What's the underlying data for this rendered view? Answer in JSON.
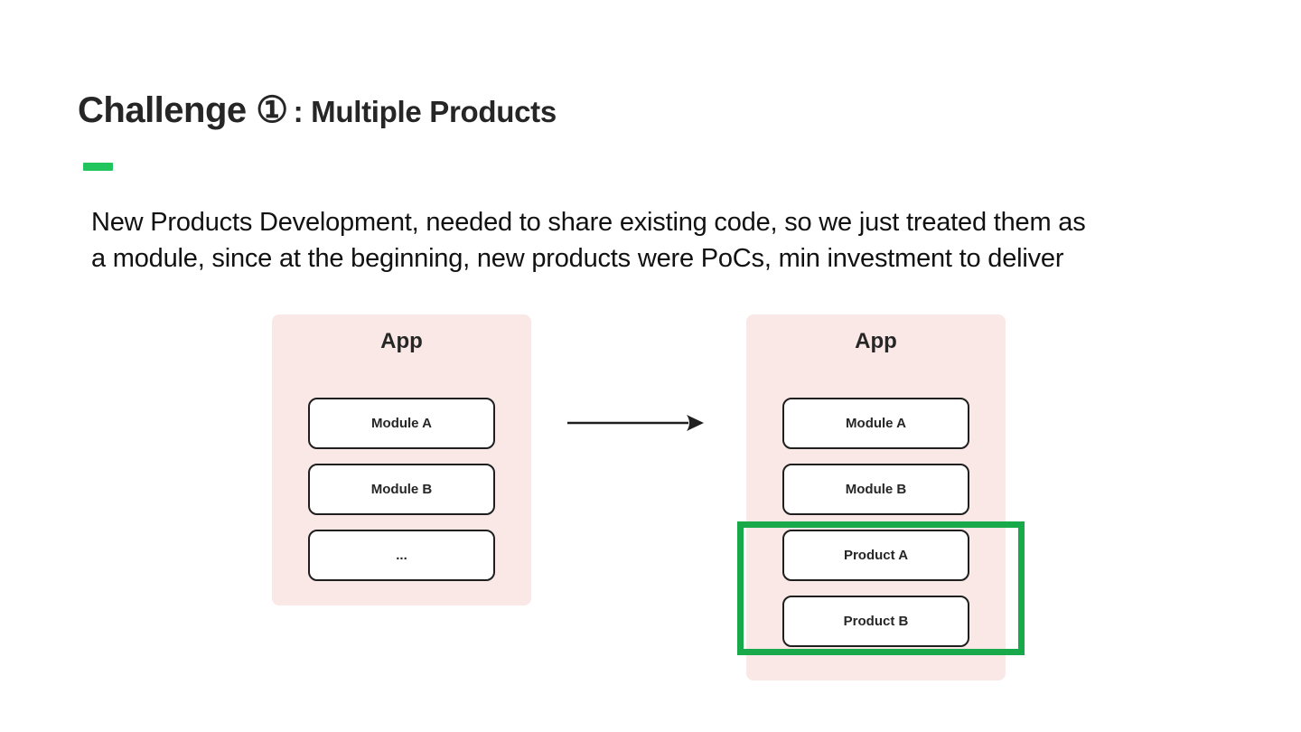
{
  "title": {
    "main": "Challenge ①",
    "sub": ": Multiple Products"
  },
  "body": {
    "lines": [
      "New Products Development, needed to share existing code, so we just treated them as",
      "a module, since at the beginning, new products were PoCs, min investment to deliver"
    ]
  },
  "diagram": {
    "before": {
      "title": "App",
      "modules": [
        "Module A",
        "Module B",
        "..."
      ]
    },
    "after": {
      "title": "App",
      "modules": [
        "Module A",
        "Module B",
        "Product A",
        "Product B"
      ],
      "highlighted_modules": [
        "Product A",
        "Product B"
      ]
    },
    "arrow_icon": "right-arrow-icon"
  },
  "colors": {
    "accent_green": "#21c55e",
    "highlight_green": "#18a94b",
    "container_pink": "#fae8e6",
    "box_border": "#1f1f1f",
    "title_text": "#262626",
    "body_text": "#111111"
  }
}
